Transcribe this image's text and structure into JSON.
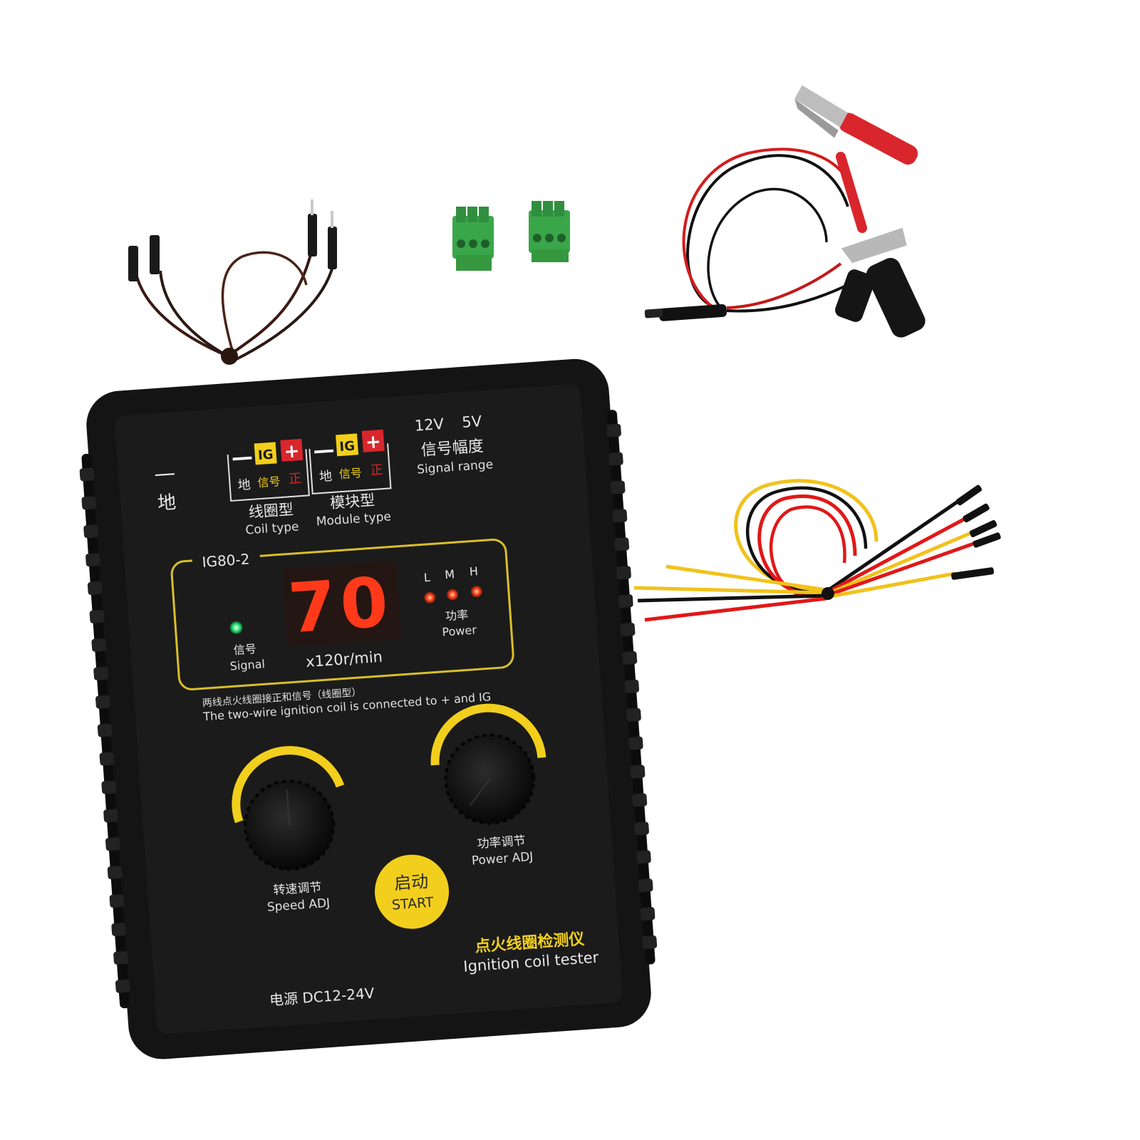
{
  "device": {
    "model": "IG80-2",
    "display_value": "70",
    "display_unit": "x120r/min",
    "ground_symbol": "—",
    "ground_label": "地",
    "coil_terminal": {
      "minus": "—",
      "ig": "IG",
      "plus": "+",
      "ground": "地",
      "signal": "信号",
      "positive": "正",
      "title_cn": "线圈型",
      "title_en": "Coil type"
    },
    "module_terminal": {
      "minus": "—",
      "ig": "IG",
      "plus": "+",
      "ground": "地",
      "signal": "信号",
      "positive": "正",
      "title_cn": "模块型",
      "title_en": "Module type"
    },
    "signal_range": {
      "v12": "12V",
      "v5": "5V",
      "title_cn": "信号幅度",
      "title_en": "Signal range"
    },
    "signal_led": {
      "cn": "信号",
      "en": "Signal"
    },
    "power_leds": {
      "l": "L",
      "m": "M",
      "h": "H",
      "cn": "功率",
      "en": "Power"
    },
    "note_cn": "两线点火线圈接正和信号（线圈型）",
    "note_en": "The two-wire  ignition  coil is connected to + and IG",
    "speed_knob": {
      "cn": "转速调节",
      "en": "Speed ADJ"
    },
    "power_knob": {
      "cn": "功率调节",
      "en": "Power ADJ"
    },
    "start_button": {
      "cn": "启动",
      "en": "START"
    },
    "product_cn": "点火线圈检测仪",
    "product_en": "Ignition coil tester",
    "power_supply": "电源  DC12-24V"
  },
  "colors": {
    "case": "#151515",
    "panel": "#1b1b1b",
    "accent_yellow": "#f2cf1c",
    "led_red": "#ff3a1a",
    "led_green": "#2fe07a",
    "wire_red": "#e01818",
    "wire_yellow": "#f1c21b",
    "terminal_green": "#3aa64a"
  }
}
